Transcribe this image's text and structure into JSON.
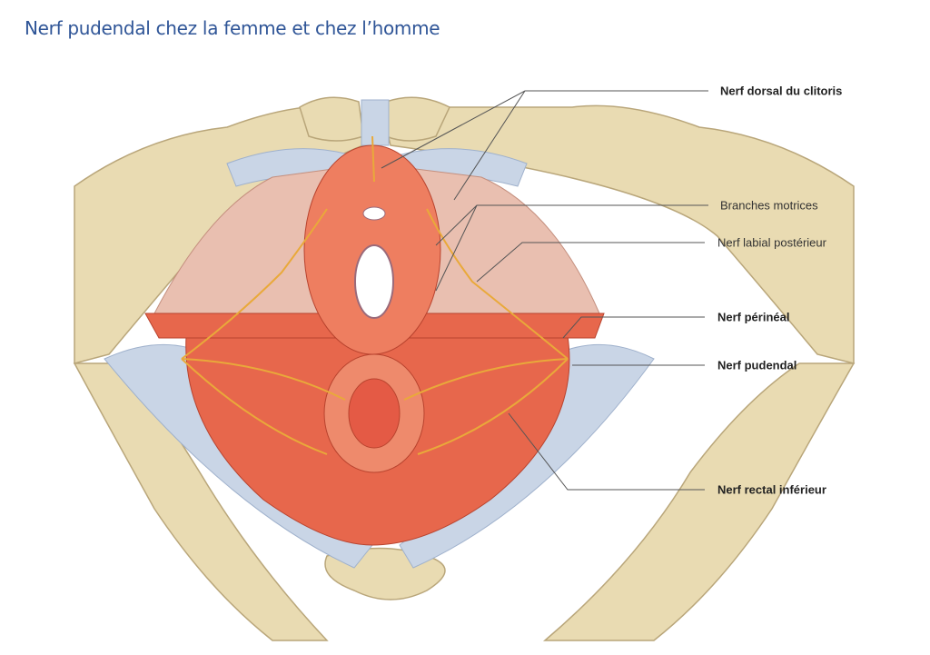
{
  "title": "Nerf pudendal chez la femme et chez l’homme",
  "figure": {
    "labels": [
      {
        "text": "Nerf dorsal du clitoris",
        "bold": true
      },
      {
        "text": "Branches motrices",
        "bold": false
      },
      {
        "text": "Nerf labial postérieur",
        "bold": false
      },
      {
        "text": "Nerf périnéal",
        "bold": true
      },
      {
        "text": "Nerf pudendal",
        "bold": true
      },
      {
        "text": "Nerf rectal inférieur",
        "bold": true
      }
    ],
    "colors": {
      "bone": "#E9DBB2",
      "ligament": "#C9D5E6",
      "muscle": "#E7674C",
      "nerve": "#E9A93A",
      "title": "#2F5597"
    }
  }
}
